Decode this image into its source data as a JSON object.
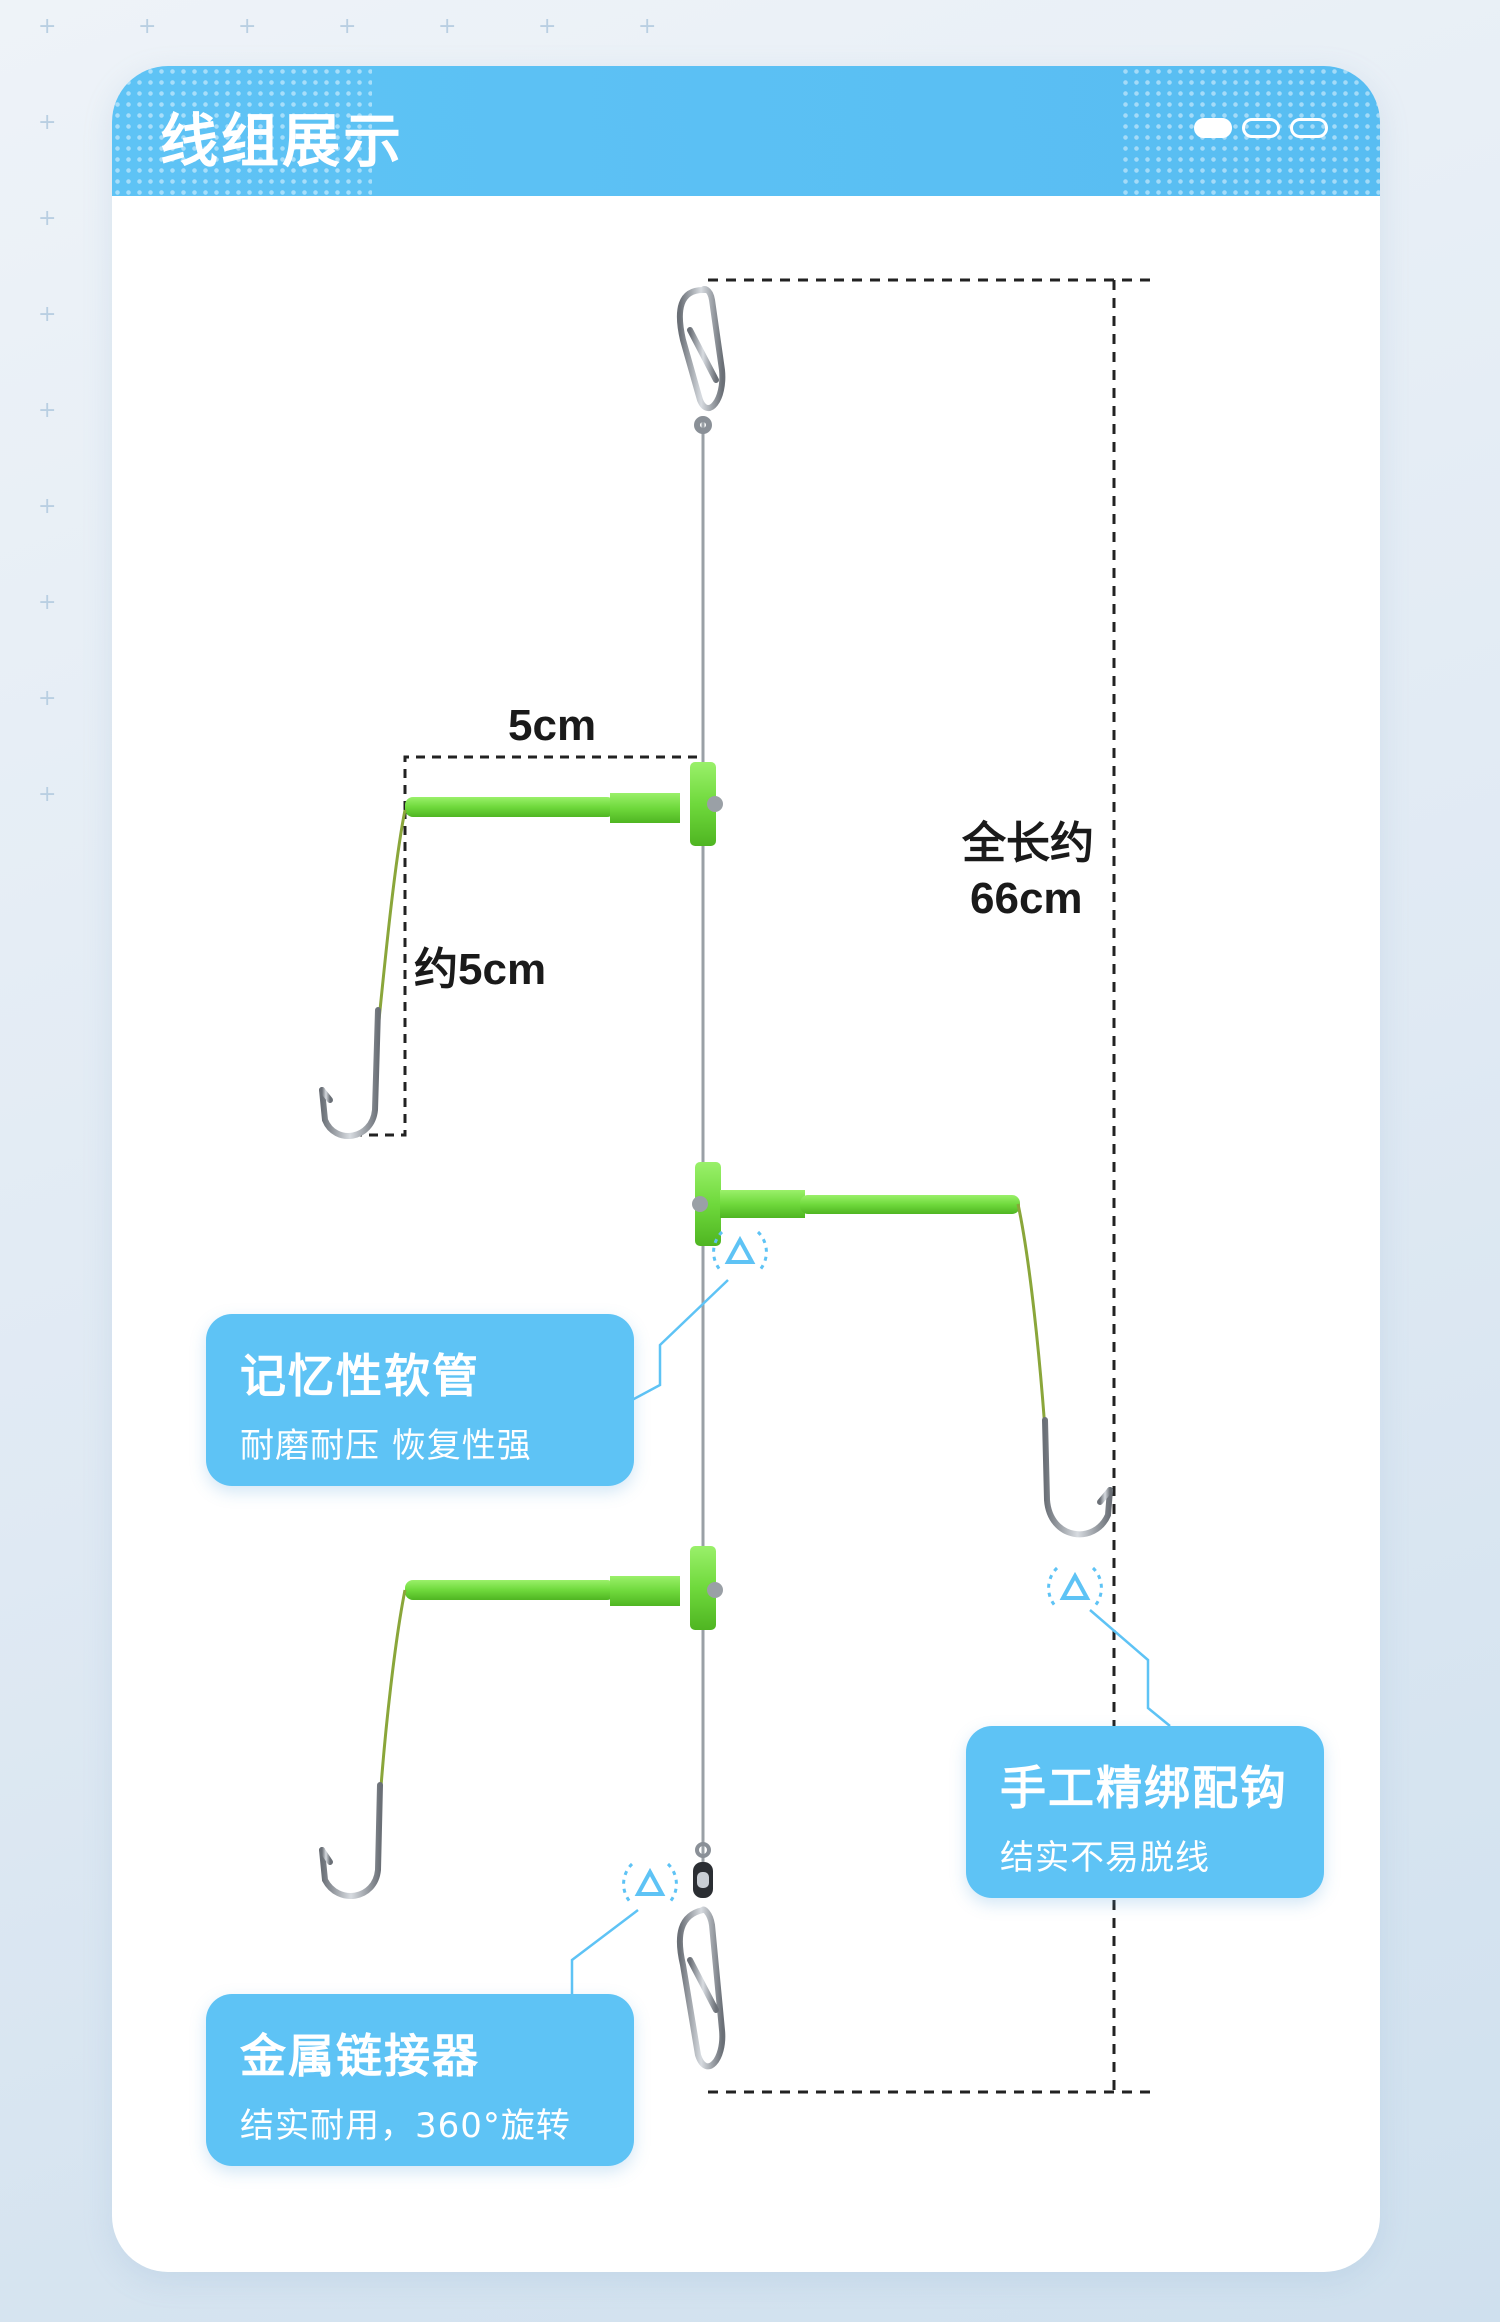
{
  "header": {
    "title": "线组展示",
    "pager_count": 3,
    "active_page": 1
  },
  "dimensions": {
    "total_length": "全长约",
    "total_length_value": "66cm",
    "arm_length": "5cm",
    "snell_length": "约5cm"
  },
  "callouts": {
    "tube": {
      "title": "记忆性软管",
      "subtitle": "耐磨耐压 恢复性强"
    },
    "hook": {
      "title": "手工精绑配钩",
      "subtitle": "结实不易脱线"
    },
    "connector": {
      "title": "金属链接器",
      "subtitle": "结实耐用，360°旋转"
    }
  },
  "colors": {
    "accent": "#5ec3f5",
    "tube": "#7de04a",
    "line": "#9aa0a6"
  }
}
